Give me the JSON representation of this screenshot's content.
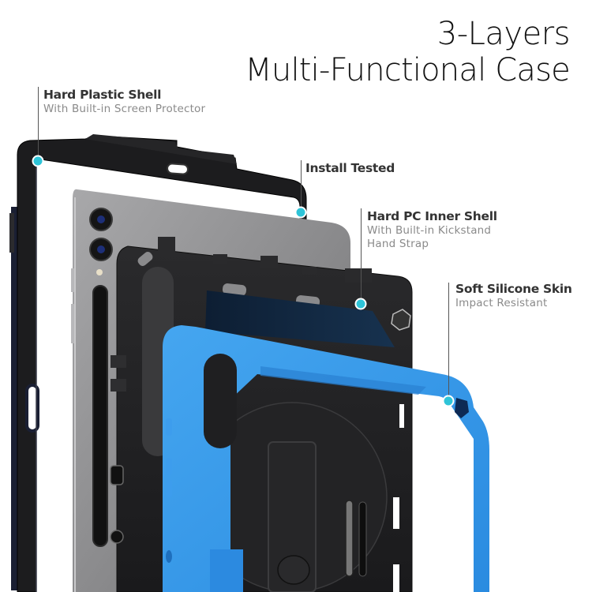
{
  "headline": {
    "line1": "3-Layers",
    "line2": "Multi-Functional Case"
  },
  "callouts": [
    {
      "id": "hard-plastic-shell",
      "title": "Hard Plastic Shell",
      "subtitle": [
        "With Built-in Screen Protector"
      ]
    },
    {
      "id": "install-tested",
      "title": "Install Tested",
      "subtitle": []
    },
    {
      "id": "hard-pc-inner-shell",
      "title": "Hard PC Inner Shell",
      "subtitle": [
        "With Built-in Kickstand",
        "Hand Strap"
      ]
    },
    {
      "id": "soft-silicone-skin",
      "title": "Soft Silicone Skin",
      "subtitle": [
        "Impact Resistant"
      ]
    }
  ],
  "colors": {
    "background": "#ffffff",
    "callout_dot": "#2ec4d8",
    "silicone_blue": "#2f93e8",
    "shell_black": "#1c1c1e",
    "tablet_gray": "#8e8e90",
    "title_text": "#333333",
    "subtitle_text": "#8a8a8a",
    "headline_text": "#111111"
  },
  "product": {
    "layers": [
      "Hard Plastic Shell (front frame with screen protector)",
      "Tablet",
      "Hard PC Inner Shell",
      "Soft Silicone Skin (blue)"
    ]
  }
}
